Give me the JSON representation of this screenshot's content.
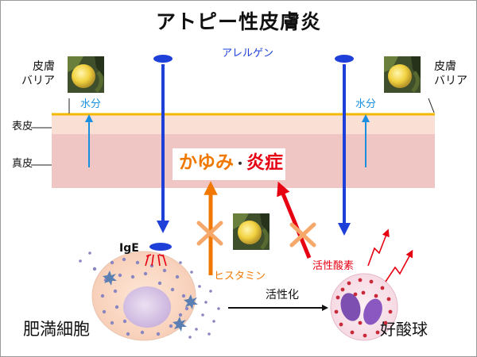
{
  "title": "アトピー性皮膚炎",
  "allergen": "アレルゲン",
  "barrier": {
    "line1": "皮膚",
    "line2": "バリア"
  },
  "water": "水分",
  "layers": {
    "epidermis": "表皮",
    "dermis": "真皮"
  },
  "symptom": {
    "itch": "かゆみ",
    "separator": "・",
    "inflammation": "炎症"
  },
  "histamine": "ヒスタミン",
  "ros": "活性酸素",
  "ige": "IgE",
  "activation": "活性化",
  "mast_cell": "肥満細胞",
  "eosinophil": "好酸球",
  "colors": {
    "allergen_blue": "#1e3fd8",
    "barrier_yellow": "#f5b800",
    "water_blue": "#1a8fe0",
    "itch_orange": "#f07800",
    "inflammation_red": "#e60012",
    "epidermis": "#f9dfd4",
    "dermis": "#efc6c4"
  },
  "icons": [
    "yuzu-fruit-icon",
    "cross-mark-icon",
    "lightning-icon"
  ]
}
